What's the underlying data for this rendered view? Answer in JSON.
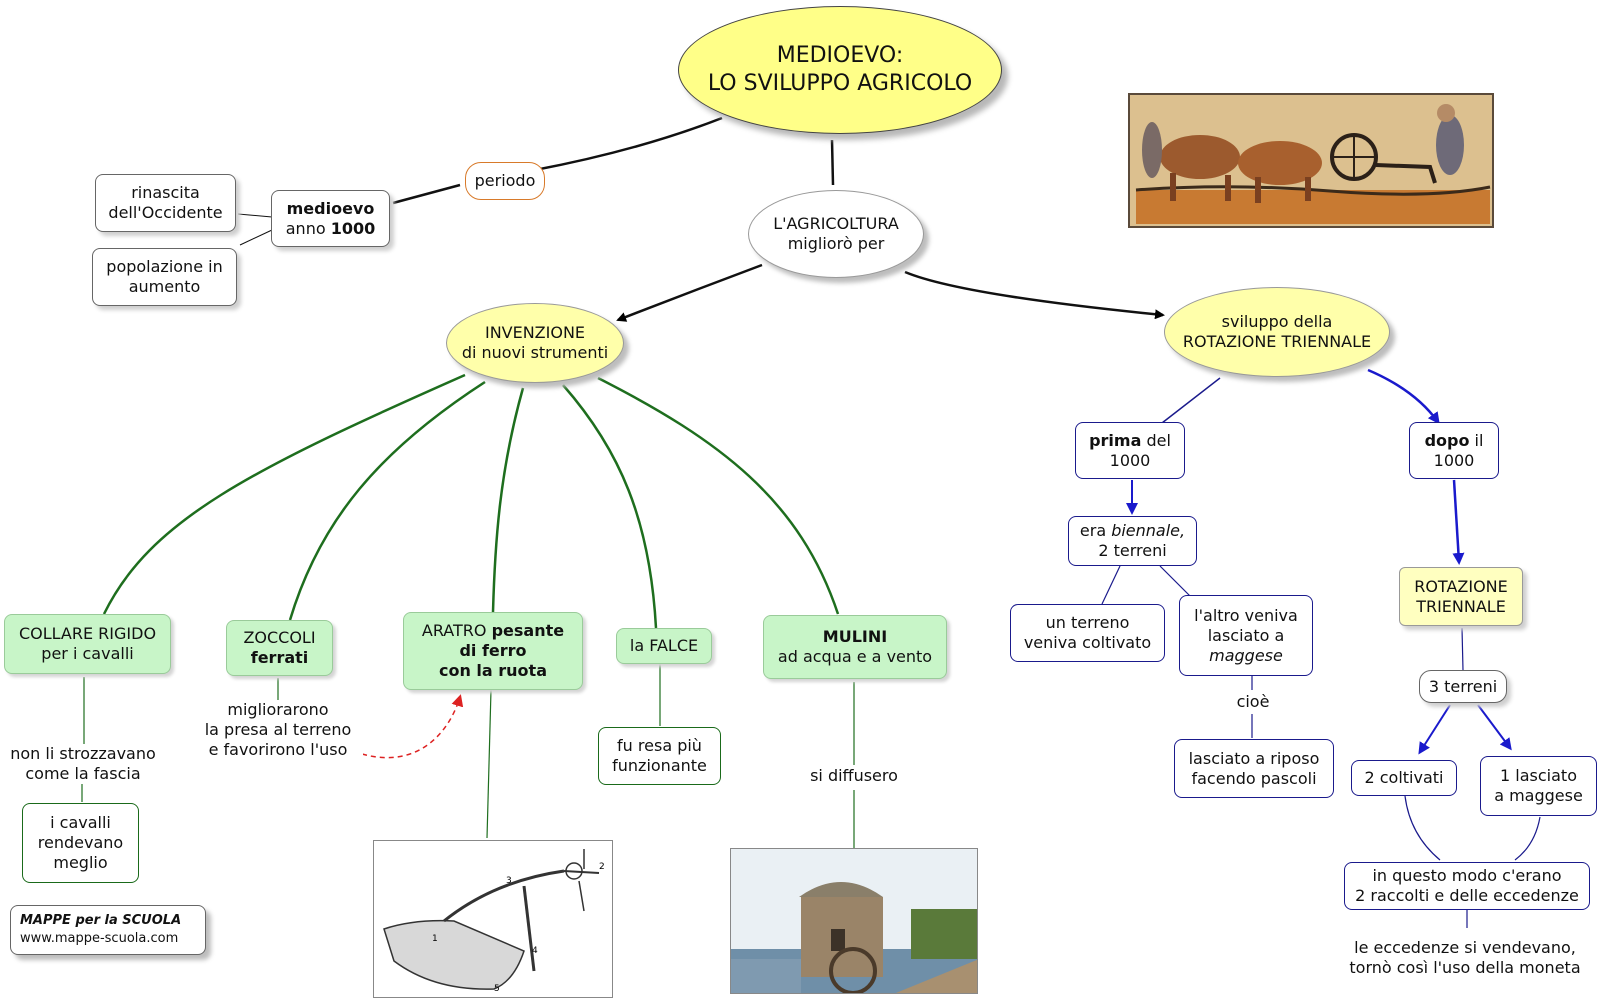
{
  "title": {
    "line1": "MEDIOEVO:",
    "line2": "LO SVILUPPO AGRICOLO"
  },
  "periodo": "periodo",
  "medioevo": {
    "line1": "medioevo",
    "line2a": "anno ",
    "line2b": "1000"
  },
  "rinascita": {
    "line1": "rinascita",
    "line2": "dell'Occidente"
  },
  "popolazione": {
    "line1": "popolazione in",
    "line2": "aumento"
  },
  "agricoltura": {
    "line1": "L'AGRICOLTURA",
    "line2": "migliorò per"
  },
  "invenzione": {
    "line1": "INVENZIONE",
    "line2": "di nuovi strumenti"
  },
  "sviluppo": {
    "line1": "sviluppo della",
    "line2": "ROTAZIONE TRIENNALE"
  },
  "collare": {
    "line1": "COLLARE RIGIDO",
    "line2": "per i cavalli"
  },
  "collare_link": {
    "line1": "non li strozzavano",
    "line2": "come la fascia"
  },
  "cavalli": {
    "line1": "i cavalli",
    "line2": "rendevano",
    "line3": "meglio"
  },
  "zoccoli": {
    "line1": "ZOCCOLI",
    "line2": "ferrati"
  },
  "zoccoli_link": {
    "line1": "migliorarono",
    "line2": "la presa al terreno",
    "line3": "e favorirono l'uso"
  },
  "aratro": {
    "line1a": "ARATRO ",
    "line1b": "pesante",
    "line2": "di ferro",
    "line3": "con la ruota"
  },
  "falce": "la FALCE",
  "falce_result": {
    "line1": "fu resa più",
    "line2": "funzionante"
  },
  "mulini": {
    "line1": "MULINI",
    "line2": "ad acqua e a vento"
  },
  "mulini_link": "si diffusero",
  "prima": {
    "line1a": "prima",
    "line1b": " del",
    "line2": "1000"
  },
  "dopo": {
    "line1a": "dopo",
    "line1b": " il",
    "line2": "1000"
  },
  "biennale": {
    "line1a": "era ",
    "line1b": "biennale,",
    "line2": "2 terreni"
  },
  "terreno_coltivato": {
    "line1": "un terreno",
    "line2": "veniva coltivato"
  },
  "altro_terreno": {
    "line1": "l'altro veniva",
    "line2": "lasciato a",
    "line3": "maggese"
  },
  "cioe": "cioè",
  "riposo": {
    "line1": "lasciato a riposo",
    "line2": "facendo pascoli"
  },
  "rotazione": {
    "line1": "ROTAZIONE",
    "line2": "TRIENNALE"
  },
  "tre_terreni": "3 terreni",
  "due_coltivati": "2 coltivati",
  "uno_maggese": {
    "line1": "1 lasciato",
    "line2": "a maggese"
  },
  "raccolti": {
    "line1": "in questo modo c'erano",
    "line2": "2 raccolti e delle eccedenze"
  },
  "eccedenze": {
    "line1": "le eccedenze si vendevano,",
    "line2": "tornò così l'uso della moneta"
  },
  "plough_labels": [
    "1",
    "2",
    "3",
    "4",
    "5"
  ],
  "brand": {
    "line1": "MAPPE per la SCUOLA",
    "line2": "www.mappe-scuola.com"
  },
  "colors": {
    "green_link": "#1e6e1e",
    "blue_link": "#1a1acc",
    "red_link": "#dd2222",
    "title_fill": "#ffff88",
    "node_yellow": "#ffffaa",
    "node_green": "#c8f5c8"
  }
}
